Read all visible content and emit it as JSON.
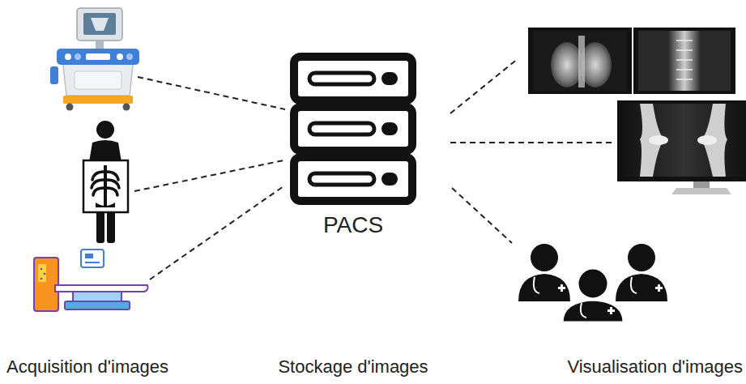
{
  "diagram": {
    "nodes": [
      {
        "text": [
          "PACS"
        ]
      }
    ],
    "labels": [
      "Acquisition d'images",
      "Stockage d'images",
      "Visualisation d'images"
    ]
  }
}
